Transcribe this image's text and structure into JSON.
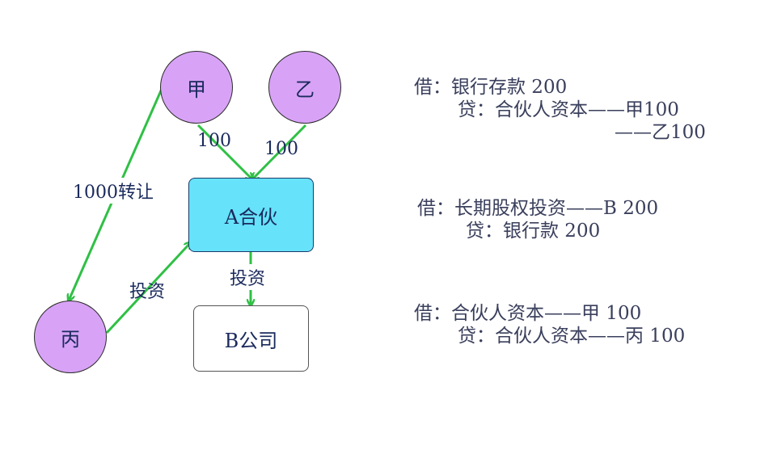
{
  "nodes": {
    "jia": "甲",
    "yi": "乙",
    "bing": "丙",
    "partnership": "A合伙",
    "company": "B公司"
  },
  "edges": {
    "jia_to_a": "100",
    "yi_to_a": "100",
    "transfer": "1000转让",
    "bing_invest": "投资",
    "a_invest": "投资"
  },
  "entries": [
    {
      "debit": "借：银行存款  200",
      "credit": "贷：合伙人资本——甲100",
      "credit2": "——乙100"
    },
    {
      "debit": "借：长期股权投资——B  200",
      "credit": "贷：银行款 200"
    },
    {
      "debit": "借：合伙人资本——甲 100",
      "credit": "贷：合伙人资本——丙 100"
    }
  ],
  "colors": {
    "person_fill": "#d8a3f6",
    "partnership_fill": "#66e2fa",
    "arrow": "#2fc045",
    "text": "#1a2a5c"
  }
}
